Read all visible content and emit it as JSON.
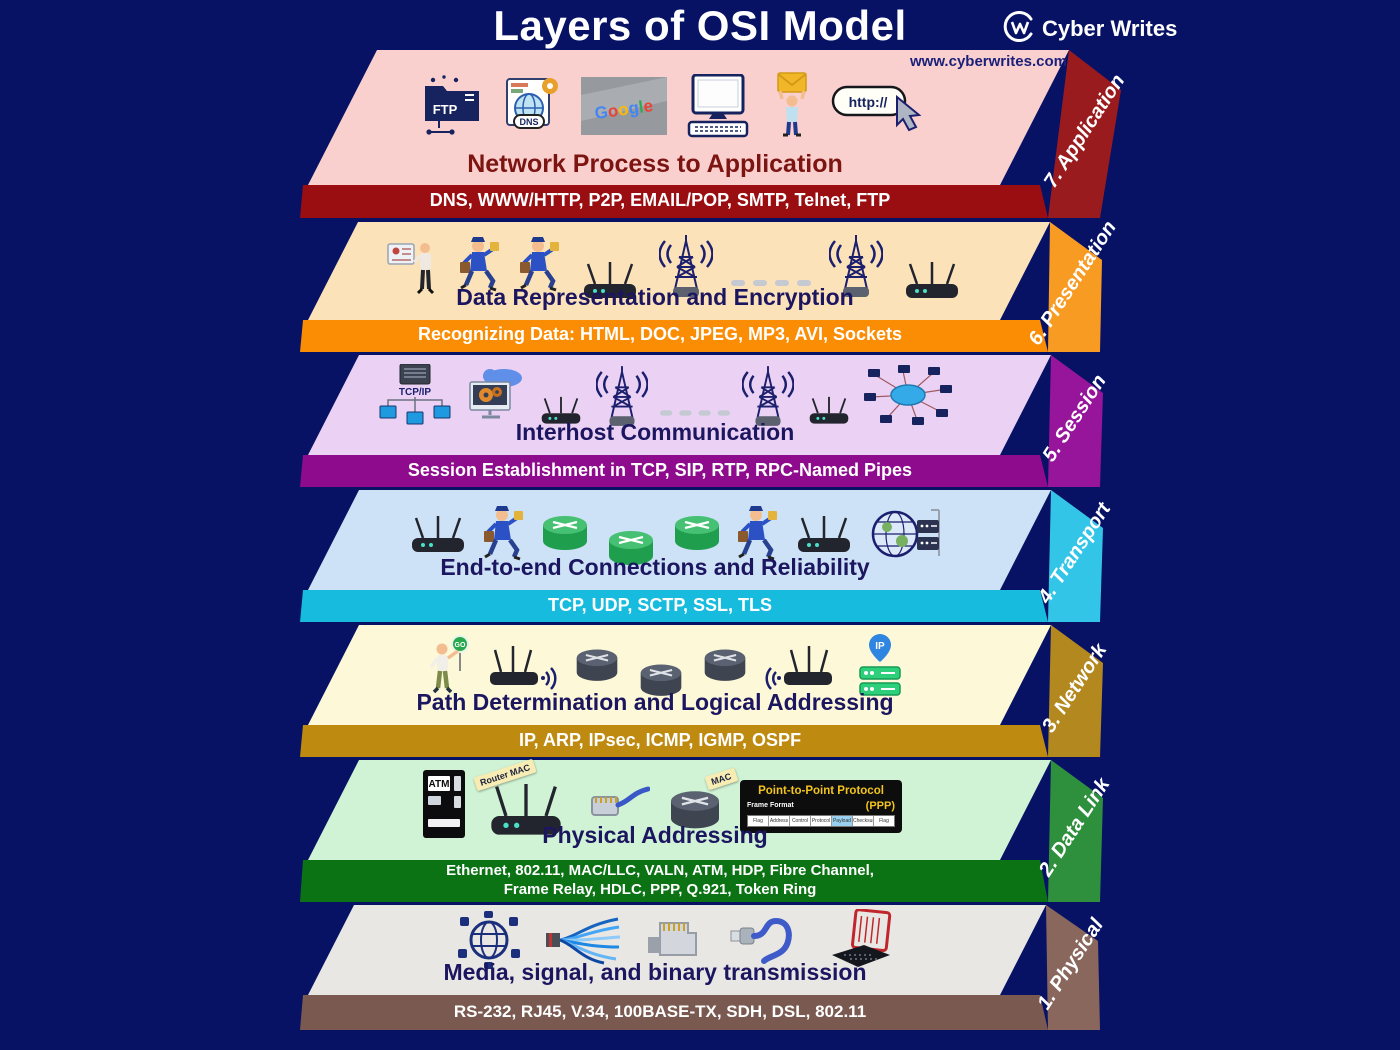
{
  "header": {
    "title": "Layers of OSI Model",
    "brand": "Cyber Writes",
    "website": "www.cyberwrites.com"
  },
  "background_color": "#071265",
  "layers": [
    {
      "side_label": "7. Application",
      "title": "Network Process to Application",
      "protocols": "DNS, WWW/HTTP, P2P, EMAIL/POP, SMTP, Telnet, FTP",
      "face_color": "#F9D0CE",
      "strip_color": "#9A0D10",
      "band_color": "#9A1B1E",
      "title_color": "#7C1412",
      "labels": {
        "ftp": "FTP",
        "dns": "DNS",
        "google_letters": [
          "G",
          "o",
          "o",
          "g",
          "l",
          "e"
        ],
        "http": "http://"
      },
      "icons": [
        "ftp-folder-icon",
        "dns-icon",
        "google-image-icon",
        "desktop-computer-icon",
        "person-holding-email-icon",
        "http-address-cursor-icon"
      ]
    },
    {
      "side_label": "6. Presentation",
      "title": "Data Representation and Encryption",
      "protocols": "Recognizing Data: HTML, DOC, JPEG, MP3, AVI, Sockets",
      "face_color": "#FCE2B8",
      "strip_color": "#FB8D04",
      "band_color": "#F89B22",
      "title_color": "#1C1660",
      "icons": [
        "presenter-at-screen-icon",
        "running-mailman-icon",
        "running-mailman-icon",
        "router-icon",
        "radio-tower-icon",
        "link-dashes-icon",
        "radio-tower-icon",
        "router-icon"
      ]
    },
    {
      "side_label": "5. Session",
      "title": "Interhost Communication",
      "protocols": "Session Establishment in TCP, SIP, RTP, RPC-Named Pipes",
      "face_color": "#EBD2F4",
      "strip_color": "#8E0B8E",
      "band_color": "#96159A",
      "title_color": "#1C1660",
      "labels": {
        "tcpip": "TCP/IP"
      },
      "icons": [
        "tcpip-network-icon",
        "monitor-gears-cloud-icon",
        "router-icon",
        "radio-tower-icon",
        "link-dashes-icon",
        "radio-tower-icon",
        "router-icon",
        "network-topology-icon"
      ]
    },
    {
      "side_label": "4. Transport",
      "title": "End-to-end Connections and Reliability",
      "protocols": "TCP, UDP, SCTP, SSL, TLS",
      "face_color": "#CDE2F6",
      "strip_color": "#16BBDE",
      "band_color": "#33C5E8",
      "title_color": "#1C1660",
      "icons": [
        "router-icon",
        "running-mailman-icon",
        "switch-icon",
        "switch-icon",
        "switch-icon",
        "running-mailman-icon",
        "router-icon",
        "globe-servers-icon"
      ]
    },
    {
      "side_label": "3. Network",
      "title": "Path Determination and Logical Addressing",
      "protocols": "IP, ARP, IPsec, ICMP, IGMP, OSPF",
      "face_color": "#FCF8D8",
      "strip_color": "#BE8A10",
      "band_color": "#B3881E",
      "title_color": "#1C1660",
      "labels": {
        "go": "GO",
        "ip": "IP"
      },
      "icons": [
        "go-sign-person-icon",
        "wifi-router-icon",
        "dark-switch-icon",
        "dark-switch-icon",
        "dark-switch-icon",
        "wifi-router-icon",
        "ip-pin-servers-icon"
      ]
    },
    {
      "side_label": "2. Data Link",
      "title": "Physical Addressing",
      "protocols": "Ethernet, 802.11, MAC/LLC, VALN, ATM, HDP, Fibre Channel,",
      "protocols2": "Frame Relay, HDLC, PPP, Q.921, Token Ring",
      "face_color": "#CFF3D4",
      "strip_color": "#0B7314",
      "band_color": "#2E8F3C",
      "title_color": "#1C1660",
      "labels": {
        "atm": "ATM",
        "router_mac": "Router MAC",
        "mac": "MAC"
      },
      "ppp": {
        "title": "Point-to-Point Protocol",
        "abbr": "(PPP)",
        "frame_format": "Frame Format",
        "cells": [
          "Flag",
          "Address",
          "Control",
          "Protocol",
          "Payload",
          "Checksum",
          "Flag"
        ]
      },
      "icons": [
        "atm-machine-icon",
        "router-mac-tag-icon",
        "ethernet-cable-icon",
        "switch-mac-tag-icon",
        "ppp-frame-panel"
      ]
    },
    {
      "side_label": "1. Physical",
      "title": "Media, signal, and binary transmission",
      "protocols": "RS-232, RJ45, V.34, 100BASE-TX, SDH, DSL, 802.11",
      "face_color": "#E9E7E4",
      "strip_color": "#7A5A50",
      "band_color": "#8A675D",
      "title_color": "#1C1660",
      "icons": [
        "iot-globe-icon",
        "fiber-optic-cable-icon",
        "rj45-connector-icon",
        "usb-cable-icon",
        "circuit-antenna-icon"
      ]
    }
  ]
}
